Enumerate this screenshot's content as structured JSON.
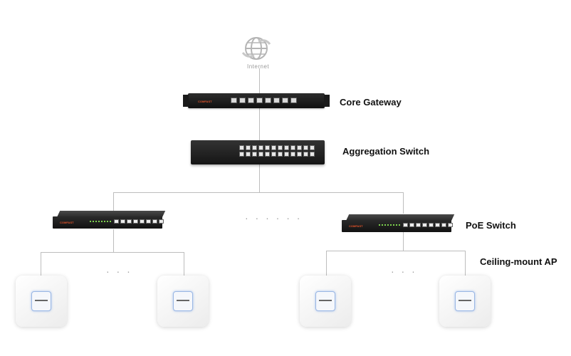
{
  "diagram": {
    "internet_label": "Internet",
    "core_gateway_label": "Core Gateway",
    "aggregation_switch_label": "Aggregation Switch",
    "poe_switch_label": "PoE Switch",
    "ceiling_ap_label": "Ceiling-mount AP",
    "ellipsis_switches": "· · · · · ·",
    "ellipsis_aps": "· · ·",
    "colors": {
      "line": "#bdbdbd",
      "device_body": "#1a1a1a",
      "brand_accent": "#e3532a",
      "ap_badge": "#9ab7e4"
    },
    "icons": [
      "globe-icon",
      "gateway-device",
      "aggregation-switch-device",
      "poe-switch-device",
      "ceiling-ap-device"
    ]
  }
}
